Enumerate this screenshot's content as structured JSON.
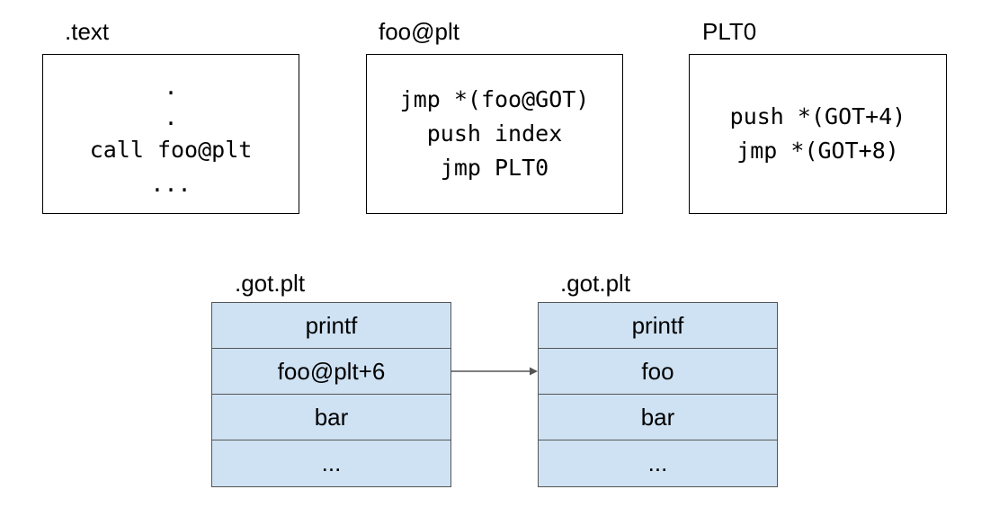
{
  "sections": {
    "text": {
      "title": ".text",
      "lines": [
        ".",
        ".",
        "call foo@plt",
        "..."
      ]
    },
    "plt_entry": {
      "title": "foo@plt",
      "lines": [
        "jmp *(foo@GOT)",
        "push index",
        "jmp PLT0"
      ]
    },
    "plt0": {
      "title": "PLT0",
      "lines": [
        "push *(GOT+4)",
        "jmp *(GOT+8)"
      ]
    }
  },
  "got_before": {
    "title": ".got.plt",
    "rows": [
      "printf",
      "foo@plt+6",
      "bar",
      "..."
    ]
  },
  "got_after": {
    "title": ".got.plt",
    "rows": [
      "printf",
      "foo",
      "bar",
      "..."
    ]
  },
  "colors": {
    "table_fill": "#cfe2f3",
    "table_border": "#555555",
    "arrow": "#555555"
  }
}
